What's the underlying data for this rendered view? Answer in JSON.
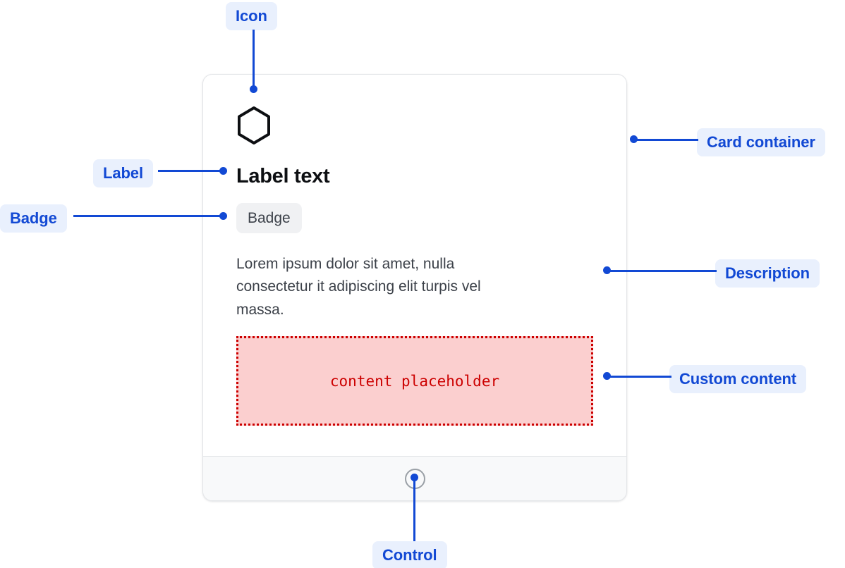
{
  "theme": {
    "accent_blue": "#1249d4",
    "pill_bg": "#e9f0fd",
    "card_border": "#e3e5e8",
    "badge_bg": "#f0f1f3",
    "footer_bg": "#f8f9fa",
    "placeholder_fill": "#fbcfcf",
    "placeholder_stroke": "#cc0000",
    "title_color": "#0d0f12",
    "body_text_color": "#3c4149"
  },
  "card": {
    "icon": "hexagon-icon",
    "title": "Label text",
    "badge": "Badge",
    "description": "Lorem ipsum dolor sit amet, nulla consectetur it adipiscing elit turpis vel massa.",
    "placeholder_text": "content placeholder",
    "footer_control": "circle-control-icon"
  },
  "annotations": [
    {
      "id": "icon",
      "label": "Icon"
    },
    {
      "id": "label",
      "label": "Label"
    },
    {
      "id": "badge",
      "label": "Badge"
    },
    {
      "id": "card-container",
      "label": "Card container"
    },
    {
      "id": "description",
      "label": "Description"
    },
    {
      "id": "custom-content",
      "label": "Custom content"
    },
    {
      "id": "control",
      "label": "Control"
    }
  ]
}
